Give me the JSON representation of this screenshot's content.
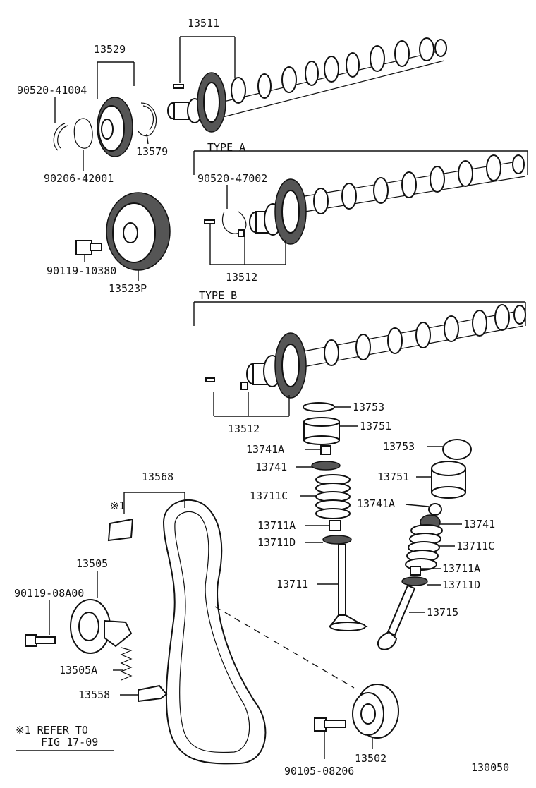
{
  "figure": {
    "figure_number": "130050"
  },
  "types": {
    "type_a": "TYPE  A",
    "type_b": "TYPE  B"
  },
  "note": {
    "mark": "※1",
    "line1": "※1  REFER TO",
    "line2": "FIG 17-09"
  },
  "labels": {
    "p13511": "13511",
    "p13529": "13529",
    "p90520_41004": "90520-41004",
    "p13579": "13579",
    "p90206_42001": "90206-42001",
    "p90119_10380": "90119-10380",
    "p13523P": "13523P",
    "p90520_47002": "90520-47002",
    "p13512a": "13512",
    "p13512b": "13512",
    "p13753a": "13753",
    "p13751a": "13751",
    "p13741Aa": "13741A",
    "p13741a": "13741",
    "p13711Ca": "13711C",
    "p13711Aa": "13711A",
    "p13711Da": "13711D",
    "p13711": "13711",
    "p13753b": "13753",
    "p13751b": "13751",
    "p13741Ab": "13741A",
    "p13741b": "13741",
    "p13711Cb": "13711C",
    "p13711Ab": "13711A",
    "p13711Db": "13711D",
    "p13715": "13715",
    "p13568": "13568",
    "p13505": "13505",
    "p90119_08A00": "90119-08A00",
    "p13505A": "13505A",
    "p13558": "13558",
    "p90105_08206": "90105-08206",
    "p13502": "13502"
  }
}
